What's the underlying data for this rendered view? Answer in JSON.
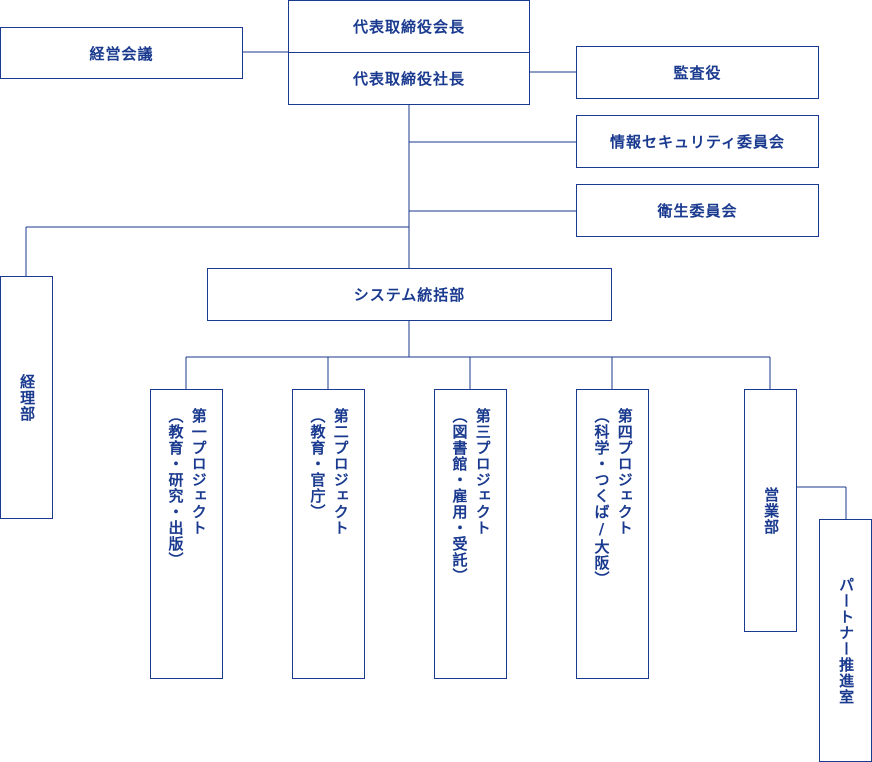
{
  "colors": {
    "line": "#1a3a8f",
    "text": "#1a3a8f",
    "background": "#ffffff"
  },
  "org": {
    "chairman": "代表取締役会長",
    "president": "代表取締役社長",
    "management_meeting": "経営会議",
    "auditor": "監査役",
    "security_committee": "情報セキュリティ委員会",
    "health_committee": "衛生委員会",
    "accounting": "経理部",
    "system_division": "システム統括部",
    "project1": "第一プロジェクト\n（教育・研究・出版）",
    "project2": "第二プロジェクト\n（教育・官庁）",
    "project3": "第三プロジェクト\n（図書館・雇用・受託）",
    "project4": "第四プロジェクト\n（科学・つくば/大阪）",
    "sales": "営業部",
    "partner": "パートナー推進室"
  }
}
